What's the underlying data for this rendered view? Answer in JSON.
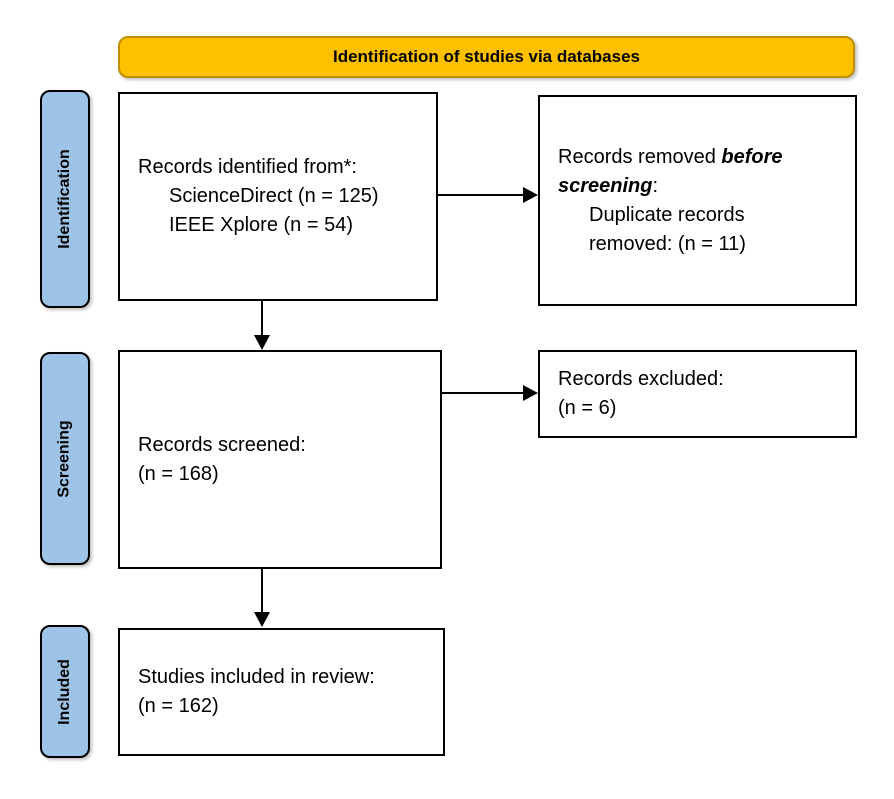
{
  "banner": {
    "label": "Identification of studies via databases"
  },
  "colors": {
    "banner_fill": "#FFC000",
    "banner_border": "#BF8F00",
    "stage_fill": "#9DC3E6",
    "stage_border": "#000000",
    "box_border": "#000000"
  },
  "stages": {
    "identification": "Identification",
    "screening": "Screening",
    "included": "Included"
  },
  "boxes": {
    "records_identified": {
      "line1": "Records identified from*:",
      "line2": "ScienceDirect (n = 125)",
      "line3": "IEEE Xplore (n = 54)"
    },
    "records_removed": {
      "prefix": "Records removed ",
      "emphasis": "before screening",
      "suffix": ":",
      "detail": "Duplicate records removed: (n = 11)"
    },
    "records_screened": {
      "line1": "Records screened:",
      "line2": "(n = 168)"
    },
    "records_excluded": {
      "line1": "Records excluded:",
      "line2": "(n = 6)"
    },
    "studies_included": {
      "line1": "Studies included in review:",
      "line2": "(n = 162)"
    }
  }
}
